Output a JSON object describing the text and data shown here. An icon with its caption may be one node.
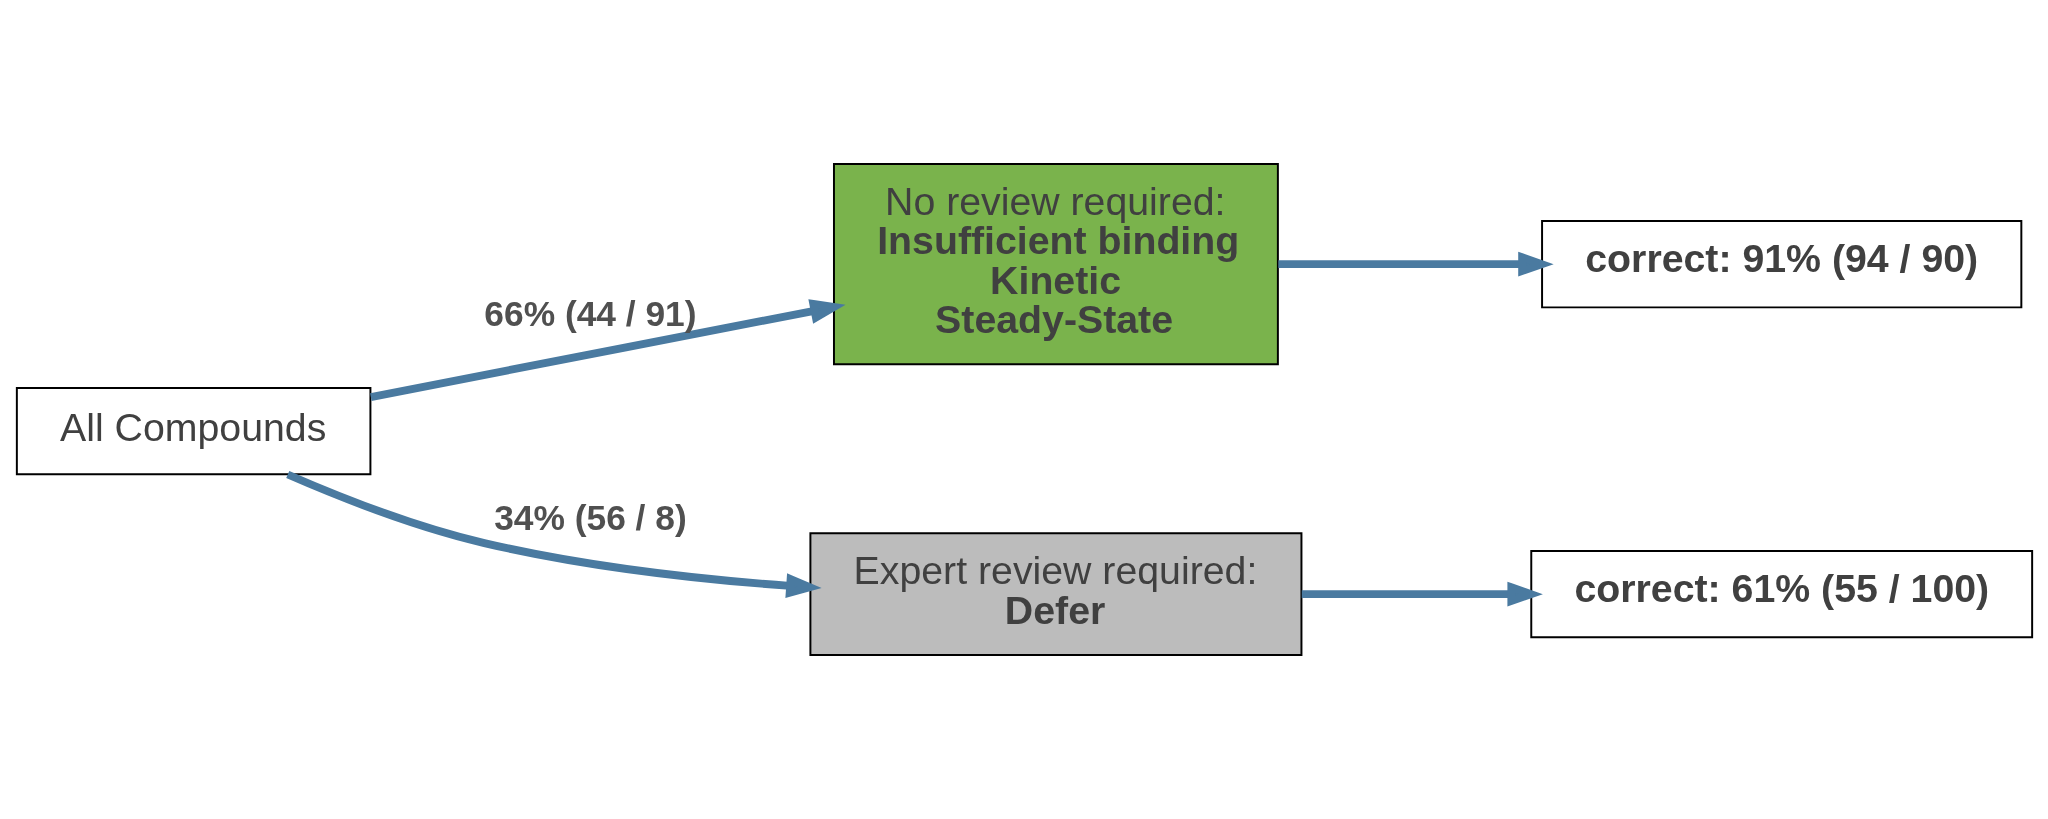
{
  "diagram": {
    "nodes": [
      {
        "text": [
          "All Compounds"
        ]
      },
      {
        "text": [
          "No review required:",
          "Insufficient binding",
          "Kinetic",
          "Steady-State"
        ]
      },
      {
        "text": [
          "correct: 91% (94 / 90)"
        ]
      },
      {
        "text": [
          "Expert review required:",
          "Defer"
        ]
      },
      {
        "text": [
          "correct: 61% (55 / 100)"
        ]
      }
    ],
    "edges": [
      {
        "from": 0,
        "to": 1,
        "arrow": "to",
        "label": "66% (44 / 91)"
      },
      {
        "from": 0,
        "to": 3,
        "arrow": "to",
        "label": "34% (56 / 8)"
      },
      {
        "from": 1,
        "to": 2,
        "arrow": "to"
      },
      {
        "from": 3,
        "to": 4,
        "arrow": "to"
      }
    ]
  }
}
